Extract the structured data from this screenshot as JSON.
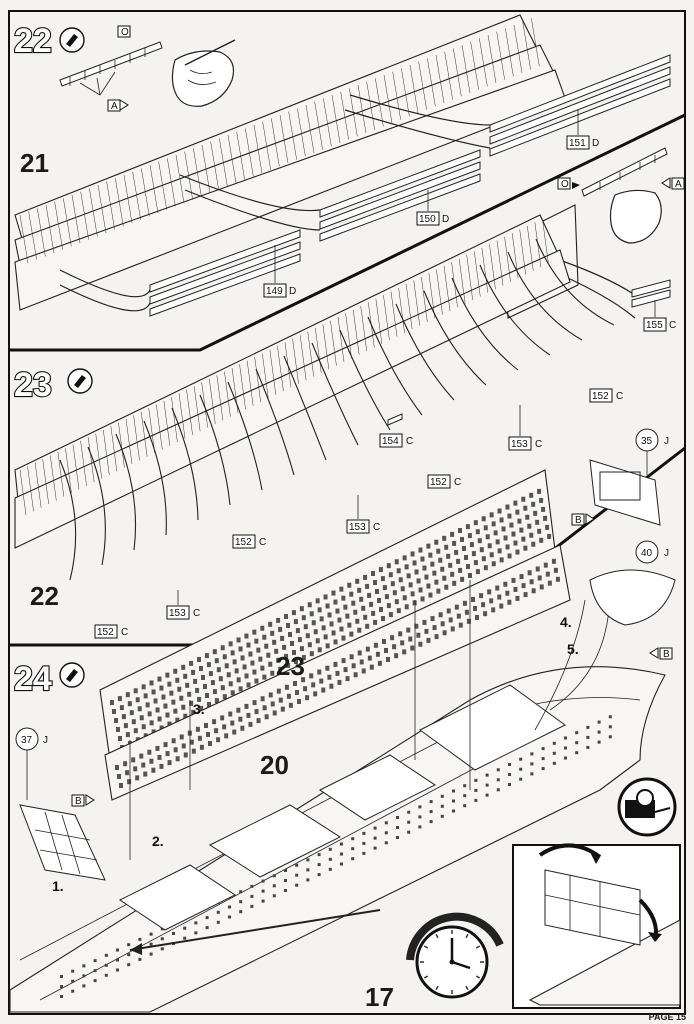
{
  "steps": {
    "s22": {
      "num": "22",
      "prev_assembly": "21"
    },
    "s23": {
      "num": "23",
      "prev_assembly": "22"
    },
    "s24": {
      "num": "24",
      "assemblies": [
        "23",
        "20",
        "17"
      ]
    }
  },
  "parts": {
    "p151": {
      "num": "151",
      "sprue": "D"
    },
    "p150": {
      "num": "150",
      "sprue": "D"
    },
    "p149": {
      "num": "149",
      "sprue": "D"
    },
    "p155": {
      "num": "155",
      "sprue": "C"
    },
    "p154": {
      "num": "154",
      "sprue": "C"
    },
    "p152": {
      "num": "152",
      "sprue": "C"
    },
    "p153": {
      "num": "153",
      "sprue": "C"
    },
    "p35": {
      "num": "35",
      "sprue": "J"
    },
    "p40": {
      "num": "40",
      "sprue": "J"
    },
    "p37": {
      "num": "37",
      "sprue": "J"
    }
  },
  "detail_letters": {
    "O": "O",
    "A": "A",
    "B": "B"
  },
  "sub_steps": [
    "1.",
    "2.",
    "3.",
    "4.",
    "5."
  ],
  "footer": {
    "page": "PAGE 15"
  }
}
